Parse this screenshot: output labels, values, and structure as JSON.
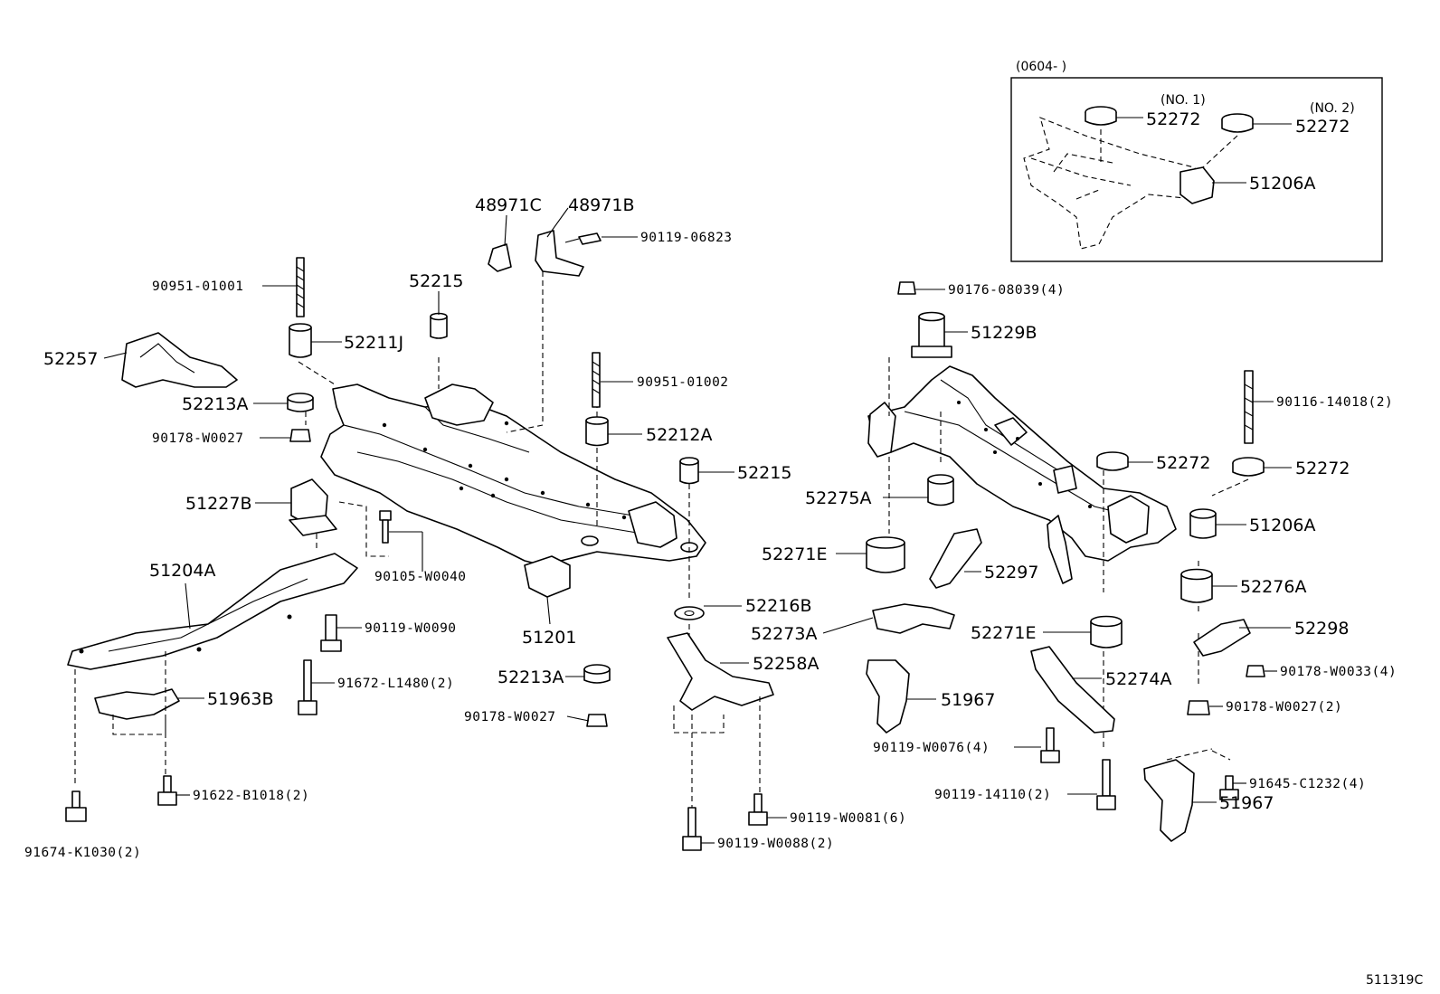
{
  "diagram": {
    "ref_code": "511319C",
    "inset": {
      "date_range": "(0604-      )",
      "notes": [
        "(NO. 1)",
        "(NO. 2)"
      ]
    },
    "labels": {
      "p48971C": "48971C",
      "p48971B": "48971B",
      "p9011906823": "90119-06823",
      "p9095101001": "90951-01001",
      "p52215a": "52215",
      "p52211J": "52211J",
      "p52257": "52257",
      "p52213Aa": "52213A",
      "p90178W0027a": "90178-W0027",
      "p9095101002": "90951-01002",
      "p52212A": "52212A",
      "p52215b": "52215",
      "p51227B": "51227B",
      "p90105W0040": "90105-W0040",
      "p51204A": "51204A",
      "p90119W0090": "90119-W0090",
      "p51201": "51201",
      "p52216B": "52216B",
      "p91672L1480": "91672-L1480(2)",
      "p52213Ab": "52213A",
      "p52258A": "52258A",
      "p51963B": "51963B",
      "p90178W0027b": "90178-W0027",
      "p91622B1018": "91622-B1018(2)",
      "p90119W0081": "90119-W0081(6)",
      "p90119W0088": "90119-W0088(2)",
      "p91674K1030": "91674-K1030(2)",
      "p52272i1": "52272",
      "p52272i2": "52272",
      "p51206Ai": "51206A",
      "p9017608039": "90176-08039(4)",
      "p51229B": "51229B",
      "p9011614018": "90116-14018(2)",
      "p52272a": "52272",
      "p52272b": "52272",
      "p52275A": "52275A",
      "p51206A": "51206A",
      "p52271Ea": "52271E",
      "p52297": "52297",
      "p52276A": "52276A",
      "p52273A": "52273A",
      "p52271Eb": "52271E",
      "p52298": "52298",
      "p52274A": "52274A",
      "p90178W0033": "90178-W0033(4)",
      "p51967a": "51967",
      "p90178W0027c": "90178-W0027(2)",
      "p90119W0076": "90119-W0076(4)",
      "p9011914110": "90119-14110(2)",
      "p91645C1232": "91645-C1232(4)",
      "p51967b": "51967"
    }
  }
}
